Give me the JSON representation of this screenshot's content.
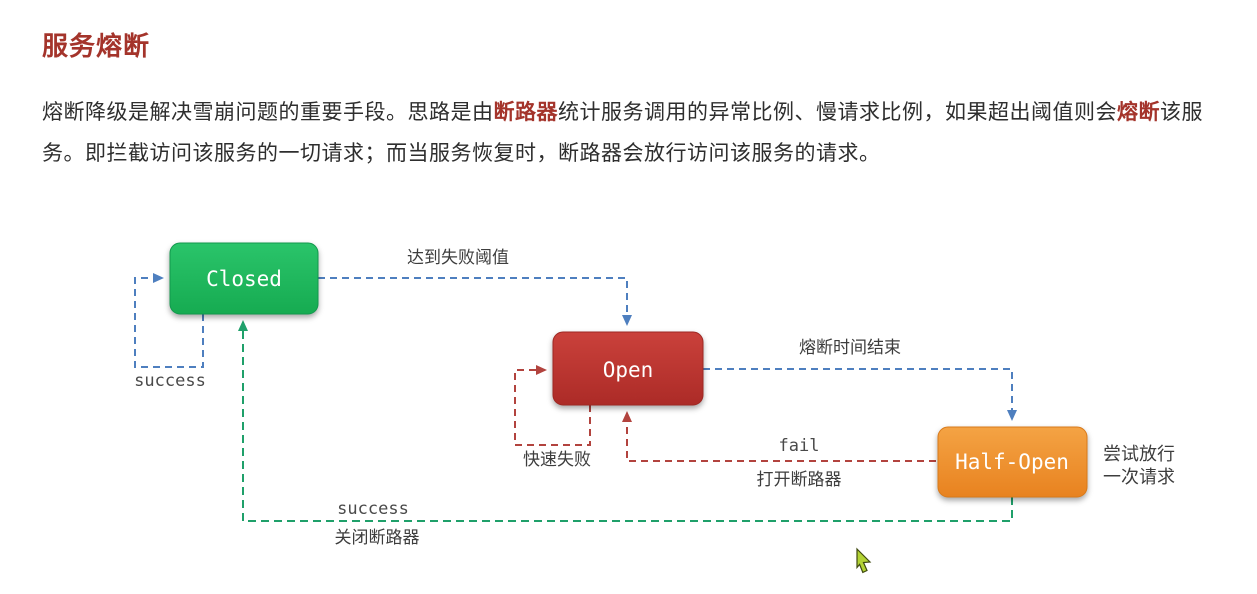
{
  "page": {
    "title": "服务熔断"
  },
  "paragraph": {
    "lines": [
      {
        "segments": [
          {
            "text": "熔断降级是解决雪崩问题的重要手段。思路是由"
          },
          {
            "text": "断路器",
            "emphasis": true
          },
          {
            "text": "统计服务调用的异常比例、慢请求比例，如果超出阈值则会",
            "emphasis": false
          },
          {
            "text": "熔断",
            "emphasis": true
          }
        ]
      },
      {
        "segments": [
          {
            "text": "该服务。即拦截访问该服务的一切请求；而当服务恢复时，断路器会放行访问该服务的请求。"
          }
        ]
      }
    ]
  },
  "diagram": {
    "nodes": {
      "closed": {
        "label": "Closed",
        "color": "#16AB51"
      },
      "open": {
        "label": "Open",
        "color": "#AC2B27"
      },
      "half_open": {
        "label": "Half-Open",
        "color": "#E8821F"
      }
    },
    "edges": {
      "closed_to_open": {
        "label": "达到失败阈值",
        "color": "#4E7FBF"
      },
      "closed_self_loop": {
        "label": "success",
        "color": "#4E7FBF"
      },
      "open_self_loop": {
        "label": "快速失败",
        "color": "#B2433E"
      },
      "open_to_half_open": {
        "label": "熔断时间结束",
        "color": "#4E7FBF"
      },
      "half_open_to_open": {
        "label_en": "fail",
        "label_zh": "打开断路器",
        "color": "#B2433E"
      },
      "half_open_to_closed": {
        "label_en": "success",
        "label_zh": "关闭断路器",
        "color": "#1FA06A"
      }
    },
    "half_open_note": {
      "line1": "尝试放行",
      "line2": "一次请求"
    }
  },
  "colors": {
    "title_red": "#A4342B",
    "body_text": "#2E2E2E",
    "dash_blue": "#4E7FBF",
    "dash_red": "#B2433E",
    "dash_green": "#1FA06A",
    "closed_green": "#16AB51",
    "open_red": "#AC2B27",
    "half_open_orange": "#E8821F",
    "cursor_green": "#B3D334"
  }
}
